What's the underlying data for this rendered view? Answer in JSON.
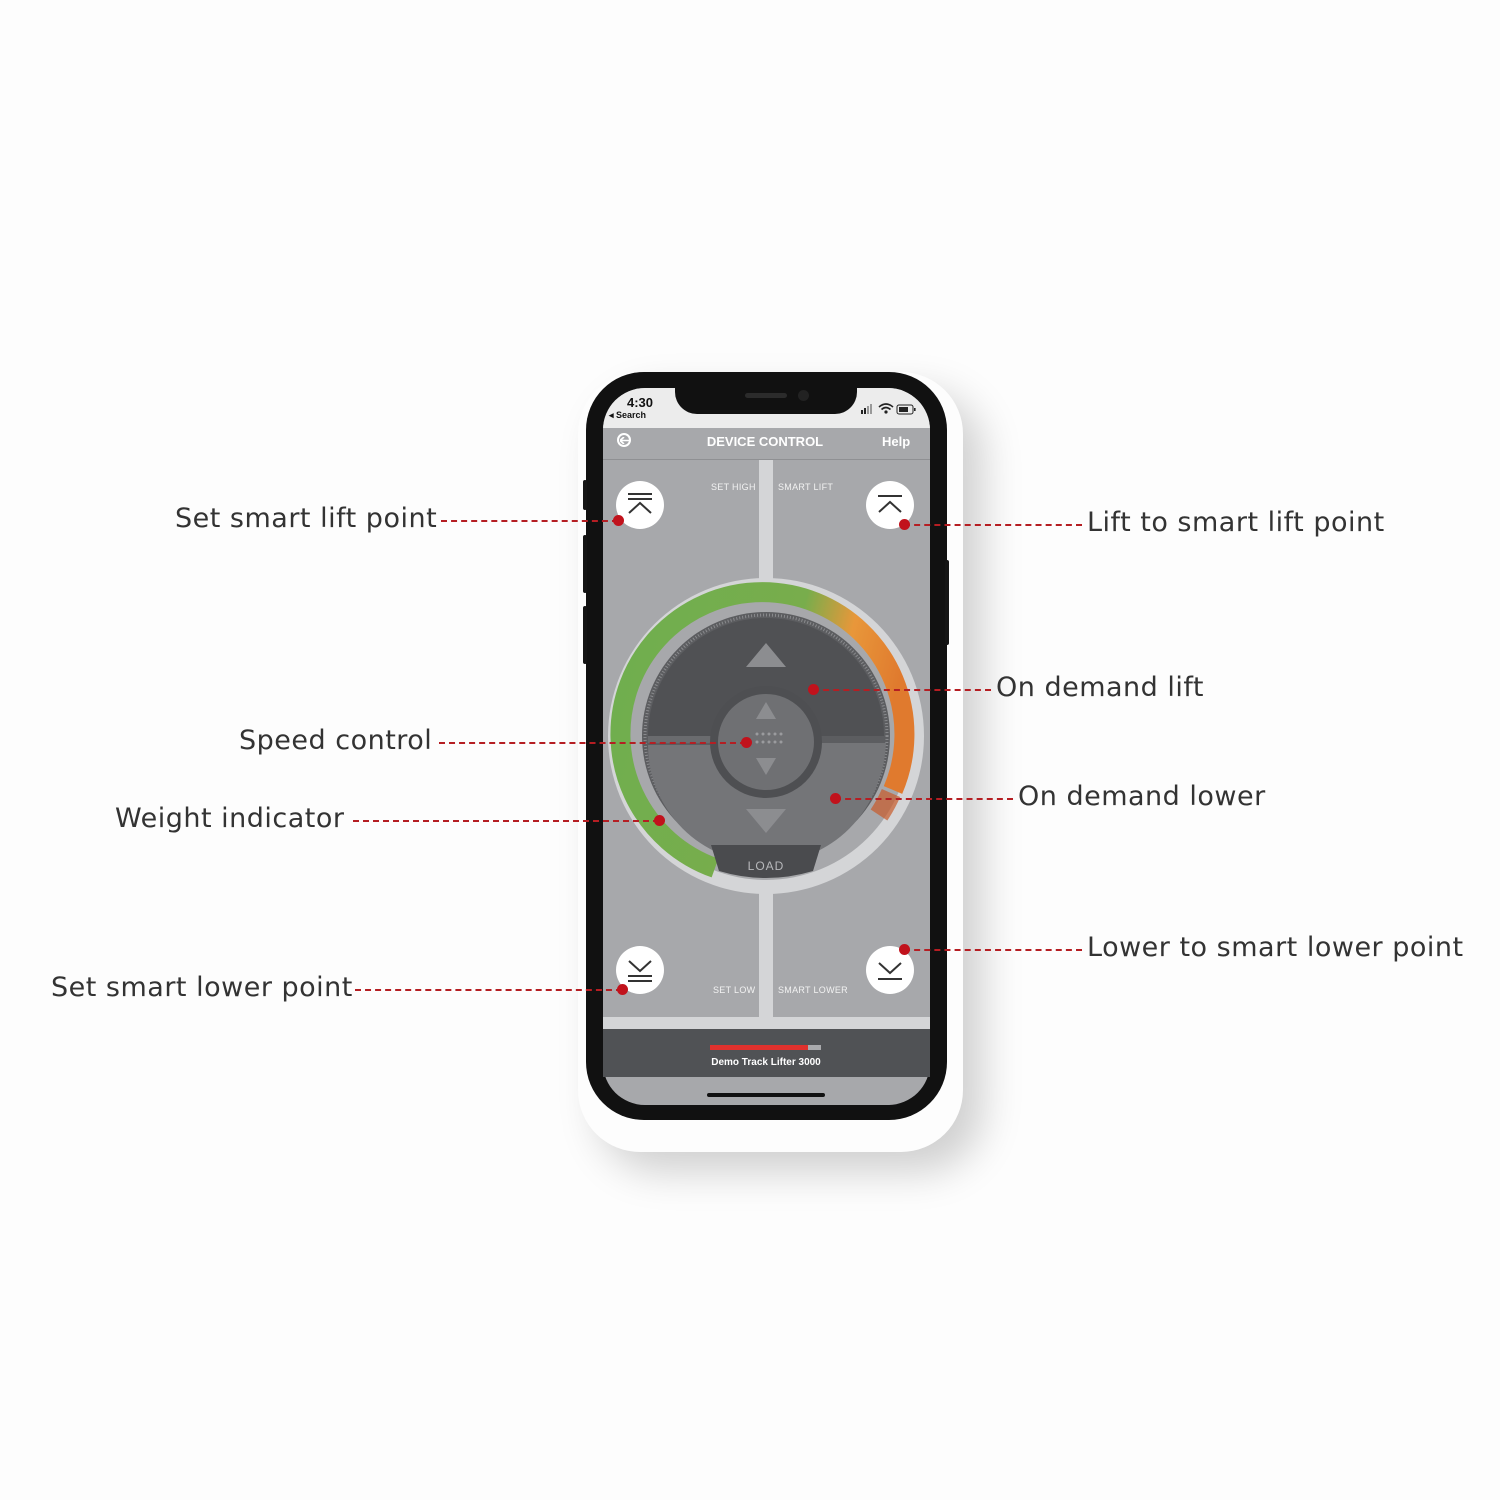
{
  "annotations": {
    "set_smart_lift_point": "Set smart lift point",
    "speed_control": "Speed control",
    "weight_indicator": "Weight indicator",
    "set_smart_lower_point": "Set smart lower point",
    "lift_to_smart_lift_point": "Lift to smart lift point",
    "on_demand_lift": "On demand lift",
    "on_demand_lower": "On demand lower",
    "lower_to_smart_lower_point": "Lower to smart lower point"
  },
  "status_bar": {
    "time": "4:30",
    "back_app": "◂ Search"
  },
  "header": {
    "title": "DEVICE CONTROL",
    "help": "Help"
  },
  "controls": {
    "set_high": "SET HIGH",
    "smart_lift": "SMART LIFT",
    "set_low": "SET LOW",
    "smart_lower": "SMART LOWER",
    "load": "LOAD"
  },
  "footer": {
    "device_name": "Demo Track Lifter 3000",
    "progress": 0.88
  },
  "colors": {
    "callout_line": "#b51e23",
    "weight_green": "#6fae4f",
    "weight_orange": "#e8973a",
    "progress_red": "#e0312d"
  }
}
